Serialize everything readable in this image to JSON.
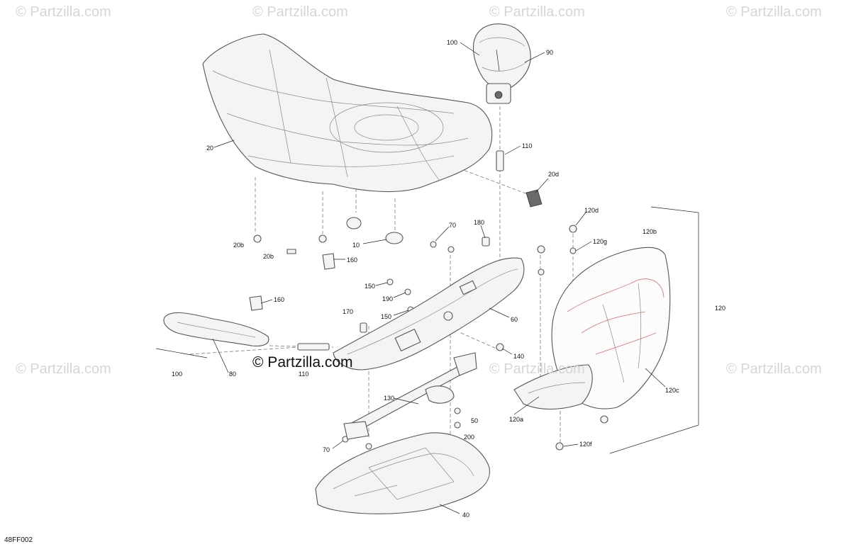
{
  "watermarks": [
    "© Partzilla.com",
    "© Partzilla.com",
    "© Partzilla.com",
    "© Partzilla.com",
    "© Partzilla.com",
    "© Partzilla.com",
    "© Partzilla.com",
    "© Partzilla.com",
    "© Partzilla.com"
  ],
  "diagram_code": "48FF002",
  "callouts": [
    "100",
    "90",
    "20",
    "110",
    "20d",
    "120d",
    "120b",
    "120g",
    "20b",
    "20b",
    "10",
    "70",
    "180",
    "160",
    "150",
    "190",
    "160",
    "170",
    "150",
    "60",
    "120",
    "100",
    "80",
    "110",
    "140",
    "120c",
    "130",
    "50",
    "120a",
    "200",
    "70",
    "120f",
    "40"
  ]
}
